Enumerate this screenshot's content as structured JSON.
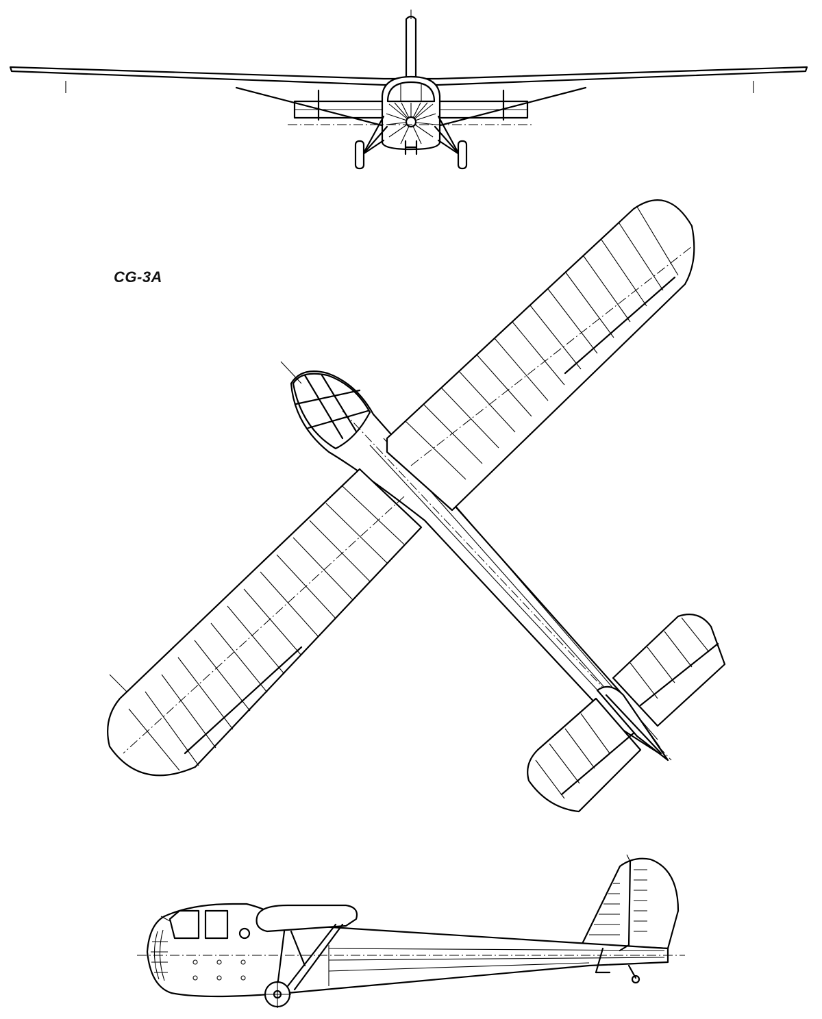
{
  "drawing": {
    "designation": "CG-3A",
    "views": [
      "front-view",
      "top-view",
      "side-view"
    ],
    "ink_color": "#000000",
    "paper_color": "#ffffff"
  }
}
